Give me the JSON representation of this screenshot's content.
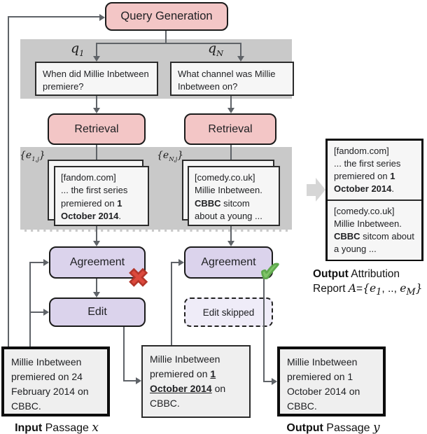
{
  "figure": {
    "nodes": {
      "query_generation": "Query Generation",
      "retrieval_1": "Retrieval",
      "retrieval_2": "Retrieval",
      "agreement_1": "Agreement",
      "agreement_2": "Agreement",
      "edit": "Edit",
      "edit_skipped": "Edit skipped"
    },
    "math": {
      "q1": {
        "base": "q",
        "sub": "1"
      },
      "qN": {
        "base": "q",
        "sub": "N"
      },
      "e1j": {
        "open": "{",
        "base": "e",
        "sub": "1,j",
        "close": "}"
      },
      "eNj": {
        "open": "{",
        "base": "e",
        "sub": "N,j",
        "close": "}"
      }
    },
    "queries": {
      "q1_text": "When did Millie Inbetween premiere?",
      "qN_text": "What channel was Millie Inbetween on?"
    },
    "evidence_cards": {
      "left": {
        "source": "[fandom.com]",
        "body_pre": "... the first series premiered on ",
        "body_bold": "1 October 2014",
        "body_post": "."
      },
      "right": {
        "source": "[comedy.co.uk]",
        "body_pre": "Millie Inbetween. ",
        "body_bold": "CBBC",
        "body_post": " sitcom about a young ..."
      }
    },
    "passages": {
      "input_text": "Millie Inbetween premiered on 24 February 2014 on CBBC.",
      "edited": {
        "pre": "Millie Inbetween premiered on ",
        "marked": "1 October 2014",
        "post": " on CBBC."
      },
      "output_text": "Millie Inbetween premiered on 1 October 2014 on CBBC."
    },
    "labels": {
      "input": {
        "bold": "Input",
        "rest": " Passage ",
        "math": "x"
      },
      "output": {
        "bold": "Output",
        "rest": " Passage ",
        "math": "y"
      },
      "report_line1": {
        "bold": "Output",
        "rest": " Attribution"
      },
      "report_line2": {
        "pre": "Report ",
        "A": "A",
        "eq": "=",
        "open": "{",
        "e1": "e",
        "sub1": "1",
        "sep": ", .., ",
        "e2": "e",
        "sub2": "M",
        "close": "}"
      }
    },
    "report_cards": {
      "card1": {
        "source": "[fandom.com]",
        "body_pre": "... the first series premiered on ",
        "body_bold": "1 October 2014",
        "body_post": "."
      },
      "card2": {
        "source": "[comedy.co.uk]",
        "body_pre": "Millie Inbetween. ",
        "body_bold": "CBBC",
        "body_post": " sitcom about a young ..."
      }
    },
    "icons": {
      "fail_glyph": "✖",
      "pass_glyph": "✔"
    },
    "colors": {
      "node_pink": "#f3c6c6",
      "node_purple": "#dbd3ec",
      "band_gray": "#c9c9c9",
      "line_gray": "#5f6368",
      "fail_red": "#dc493d",
      "pass_green": "#7fc468"
    }
  }
}
